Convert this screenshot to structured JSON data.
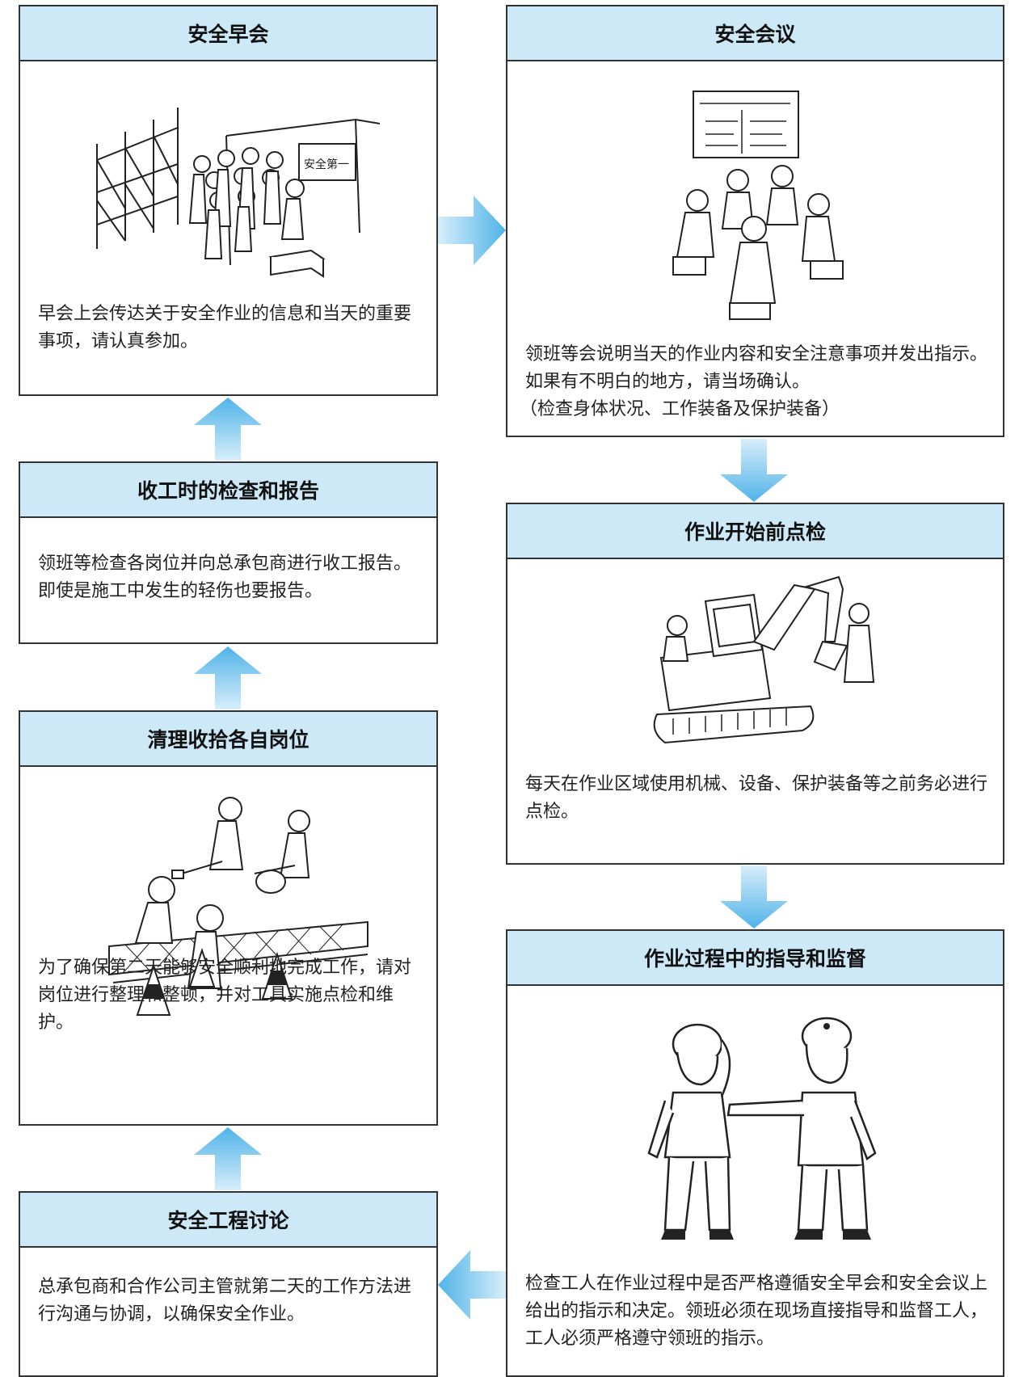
{
  "steps": {
    "morning": {
      "title": "安全早会",
      "desc": "早会上会传达关于安全作业的信息和当天的重要事项，请认真参加。",
      "sign": "安全第一"
    },
    "meeting": {
      "title": "安全会议",
      "desc": "领班等会说明当天的作业内容和安全注意事项并发出指示。如果有不明白的地方，请当场确认。",
      "note": "（检查身体状况、工作装备及保护装备）"
    },
    "inspection": {
      "title": "作业开始前点检",
      "desc": "每天在作业区域使用机械、设备、保护装备等之前务必进行点检。"
    },
    "supervision": {
      "title": "作业过程中的指导和监督",
      "desc": "检查工人在作业过程中是否严格遵循安全早会和安全会议上给出的指示和决定。领班必须在现场直接指导和监督工人，工人必须严格遵守领班的指示。"
    },
    "discussion": {
      "title": "安全工程讨论",
      "desc": "总承包商和合作公司主管就第二天的工作方法进行沟通与协调，以确保安全作业。"
    },
    "cleanup": {
      "title": "清理收拾各自岗位",
      "desc": "为了确保第二天能够安全顺利地完成工作，请对岗位进行整理和整顿，并对工具实施点检和维护。"
    },
    "report": {
      "title": "收工时的检查和报告",
      "desc": "领班等检查各岗位并向总承包商进行收工报告。即使是施工中发生的轻伤也要报告。"
    }
  },
  "colors": {
    "header_fill": "#cde8f7",
    "arrow_light": "#d8eefa",
    "arrow_dark": "#4fb3e8",
    "border": "#333333"
  }
}
